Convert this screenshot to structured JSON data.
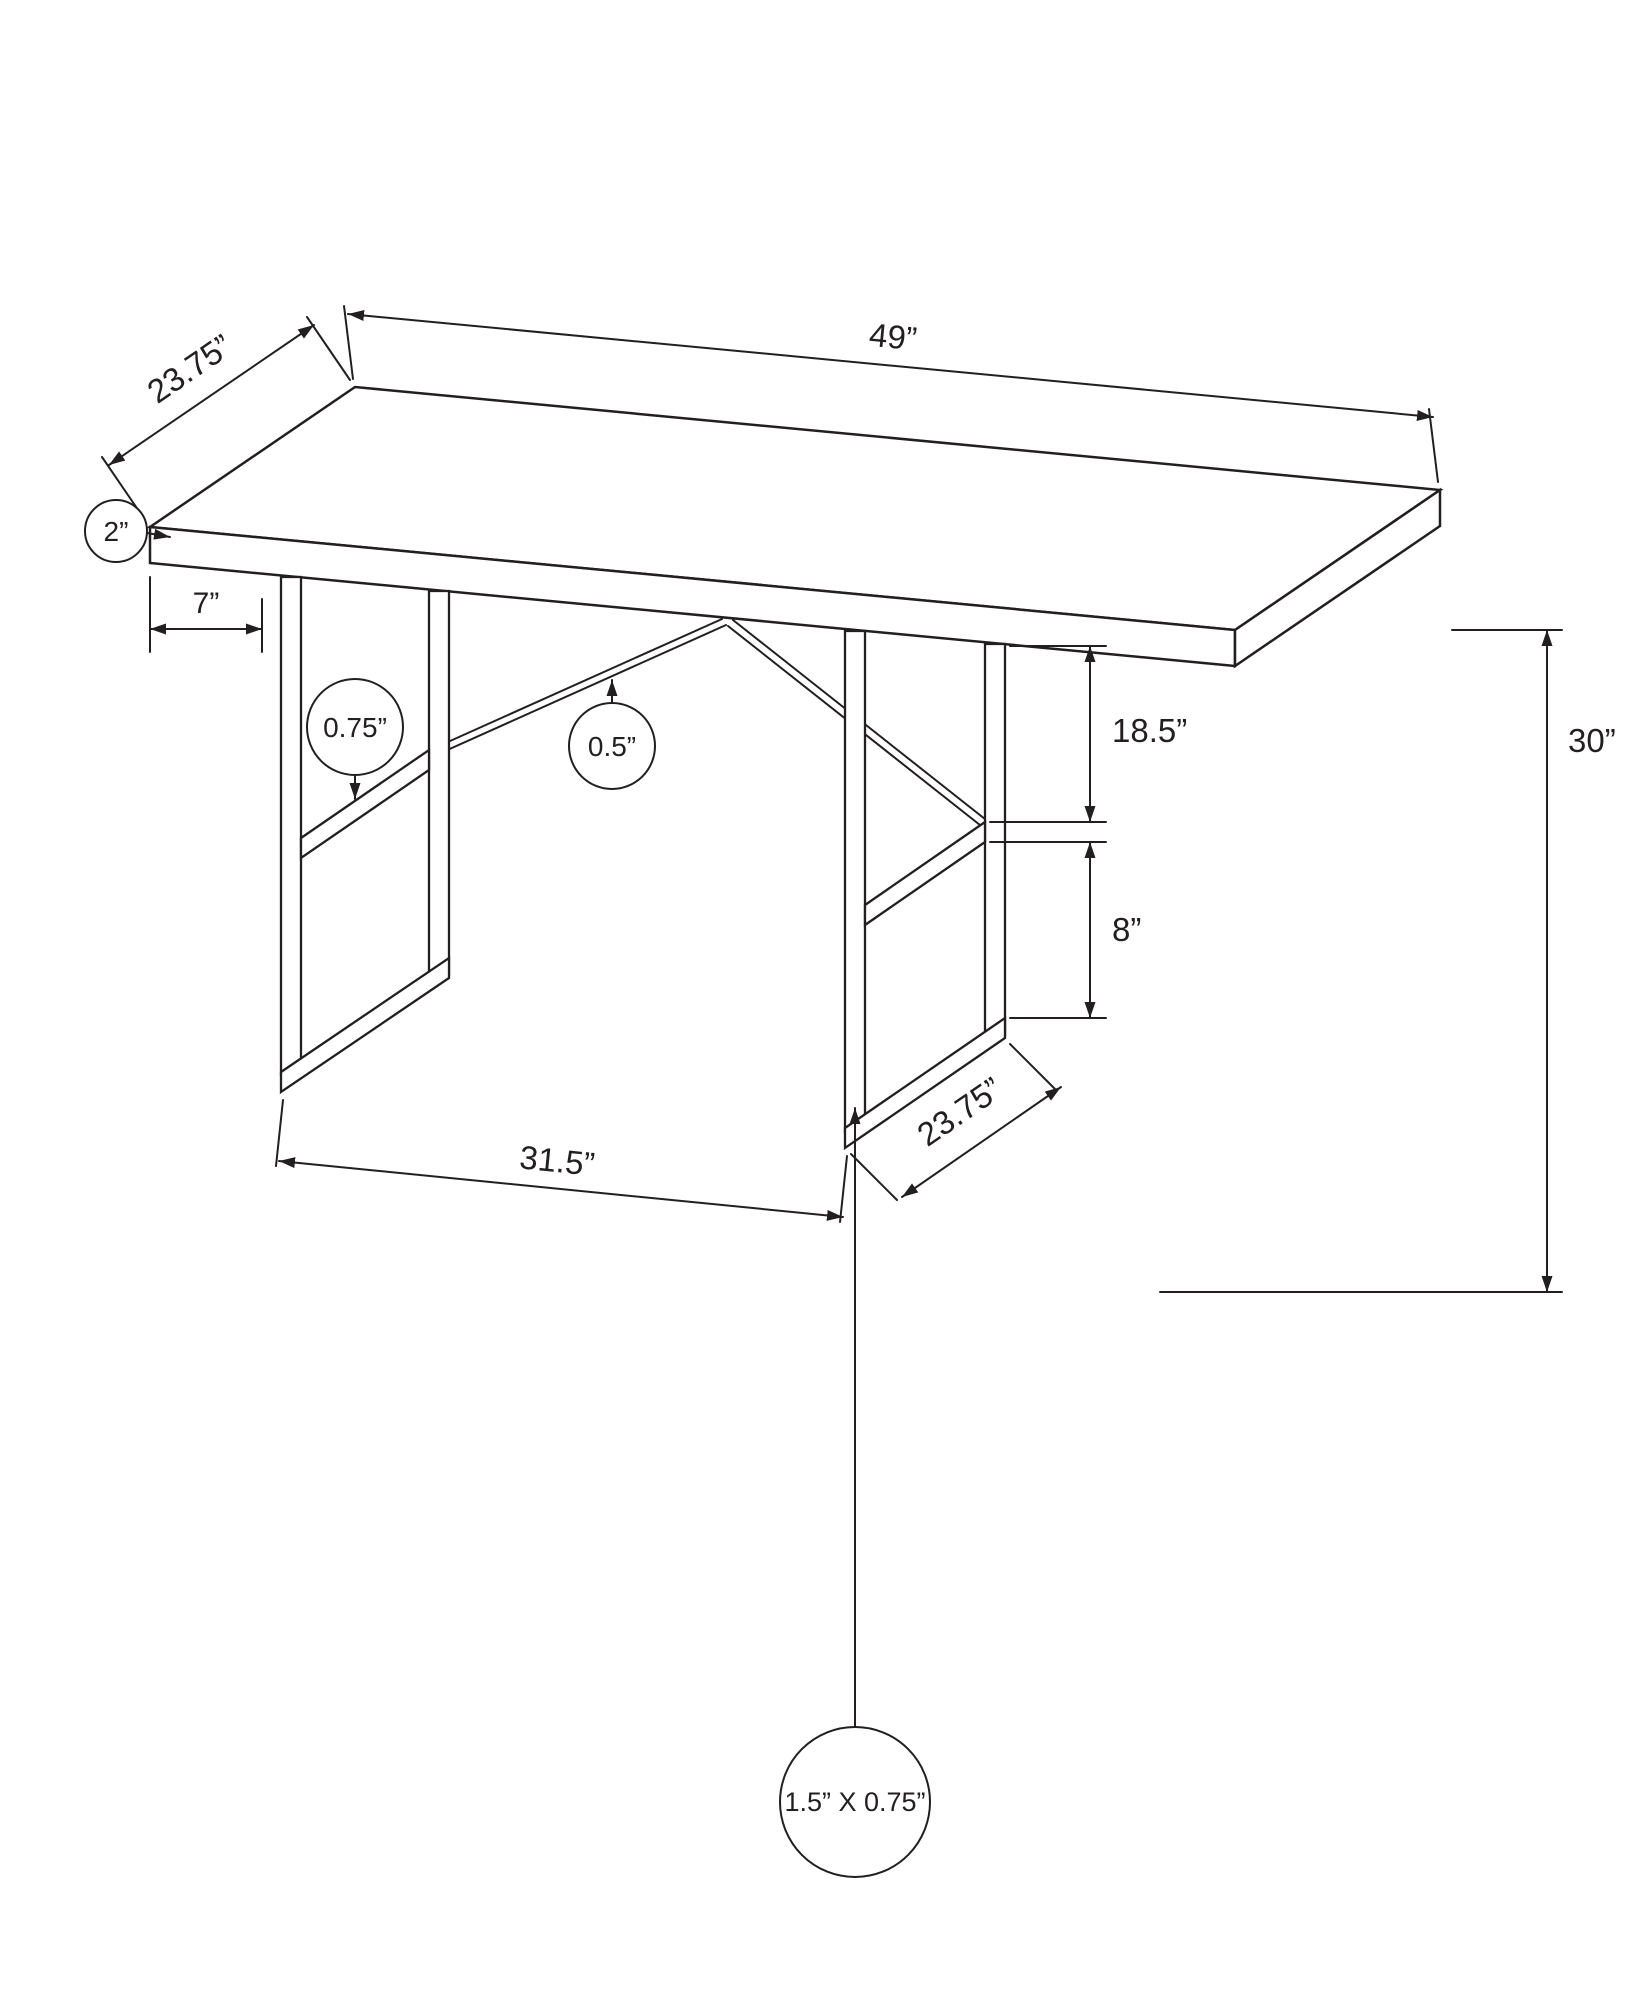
{
  "diagram": {
    "ink": "#231f20",
    "background": "#ffffff",
    "subject": "desk-dimension-line-drawing"
  },
  "labels": {
    "top_length": "49”",
    "top_depth": "23.75”",
    "top_thickness": "2”",
    "overhang": "7”",
    "shelf_thickness": "0.75”",
    "brace_thickness": "0.5”",
    "upper_clearance": "18.5”",
    "overall_height": "30”",
    "lower_clearance": "8”",
    "between_legs": "31.5”",
    "leg_depth": "23.75”",
    "frame_tube": "1.5” X 0.75”"
  }
}
